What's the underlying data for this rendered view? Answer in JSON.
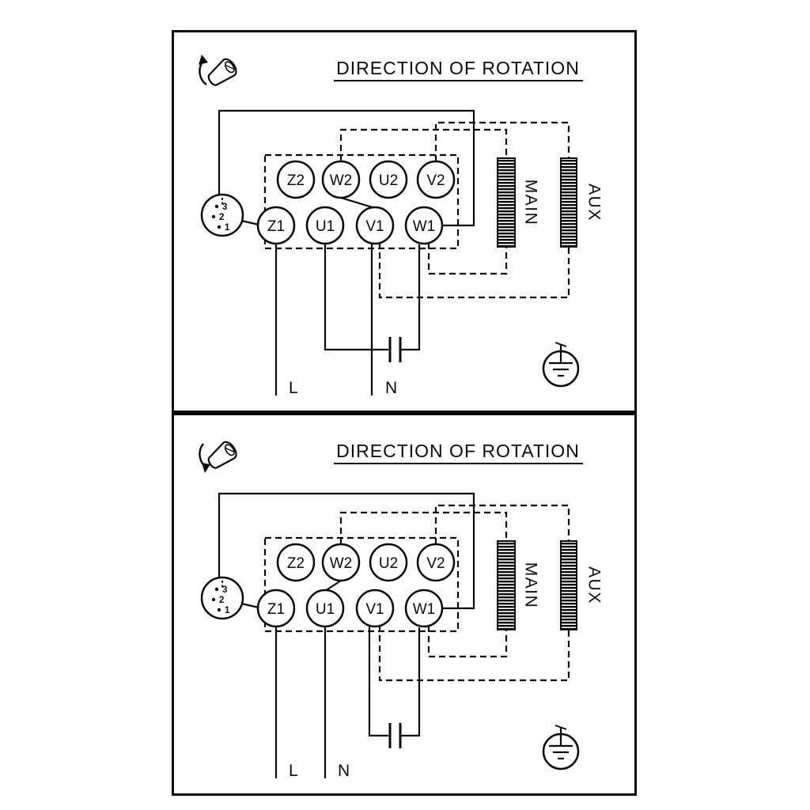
{
  "sheet": {
    "background_color": "#ffffff",
    "line_color": "#0a0a0a"
  },
  "panels": [
    {
      "title": "DIRECTION OF ROTATION",
      "terminals_top": [
        "Z2",
        "W2",
        "U2",
        "V2"
      ],
      "terminals_bottom": [
        "Z1",
        "U1",
        "V1",
        "W1"
      ],
      "winding_main": "MAIN",
      "winding_aux": "AUX",
      "line_label": "L",
      "neutral_label": "N",
      "selector_positions": [
        "3",
        "2",
        "1"
      ]
    },
    {
      "title": "DIRECTION OF ROTATION",
      "terminals_top": [
        "Z2",
        "W2",
        "U2",
        "V2"
      ],
      "terminals_bottom": [
        "Z1",
        "U1",
        "V1",
        "W1"
      ],
      "winding_main": "MAIN",
      "winding_aux": "AUX",
      "line_label": "L",
      "neutral_label": "N",
      "selector_positions": [
        "3",
        "2",
        "1"
      ]
    }
  ]
}
